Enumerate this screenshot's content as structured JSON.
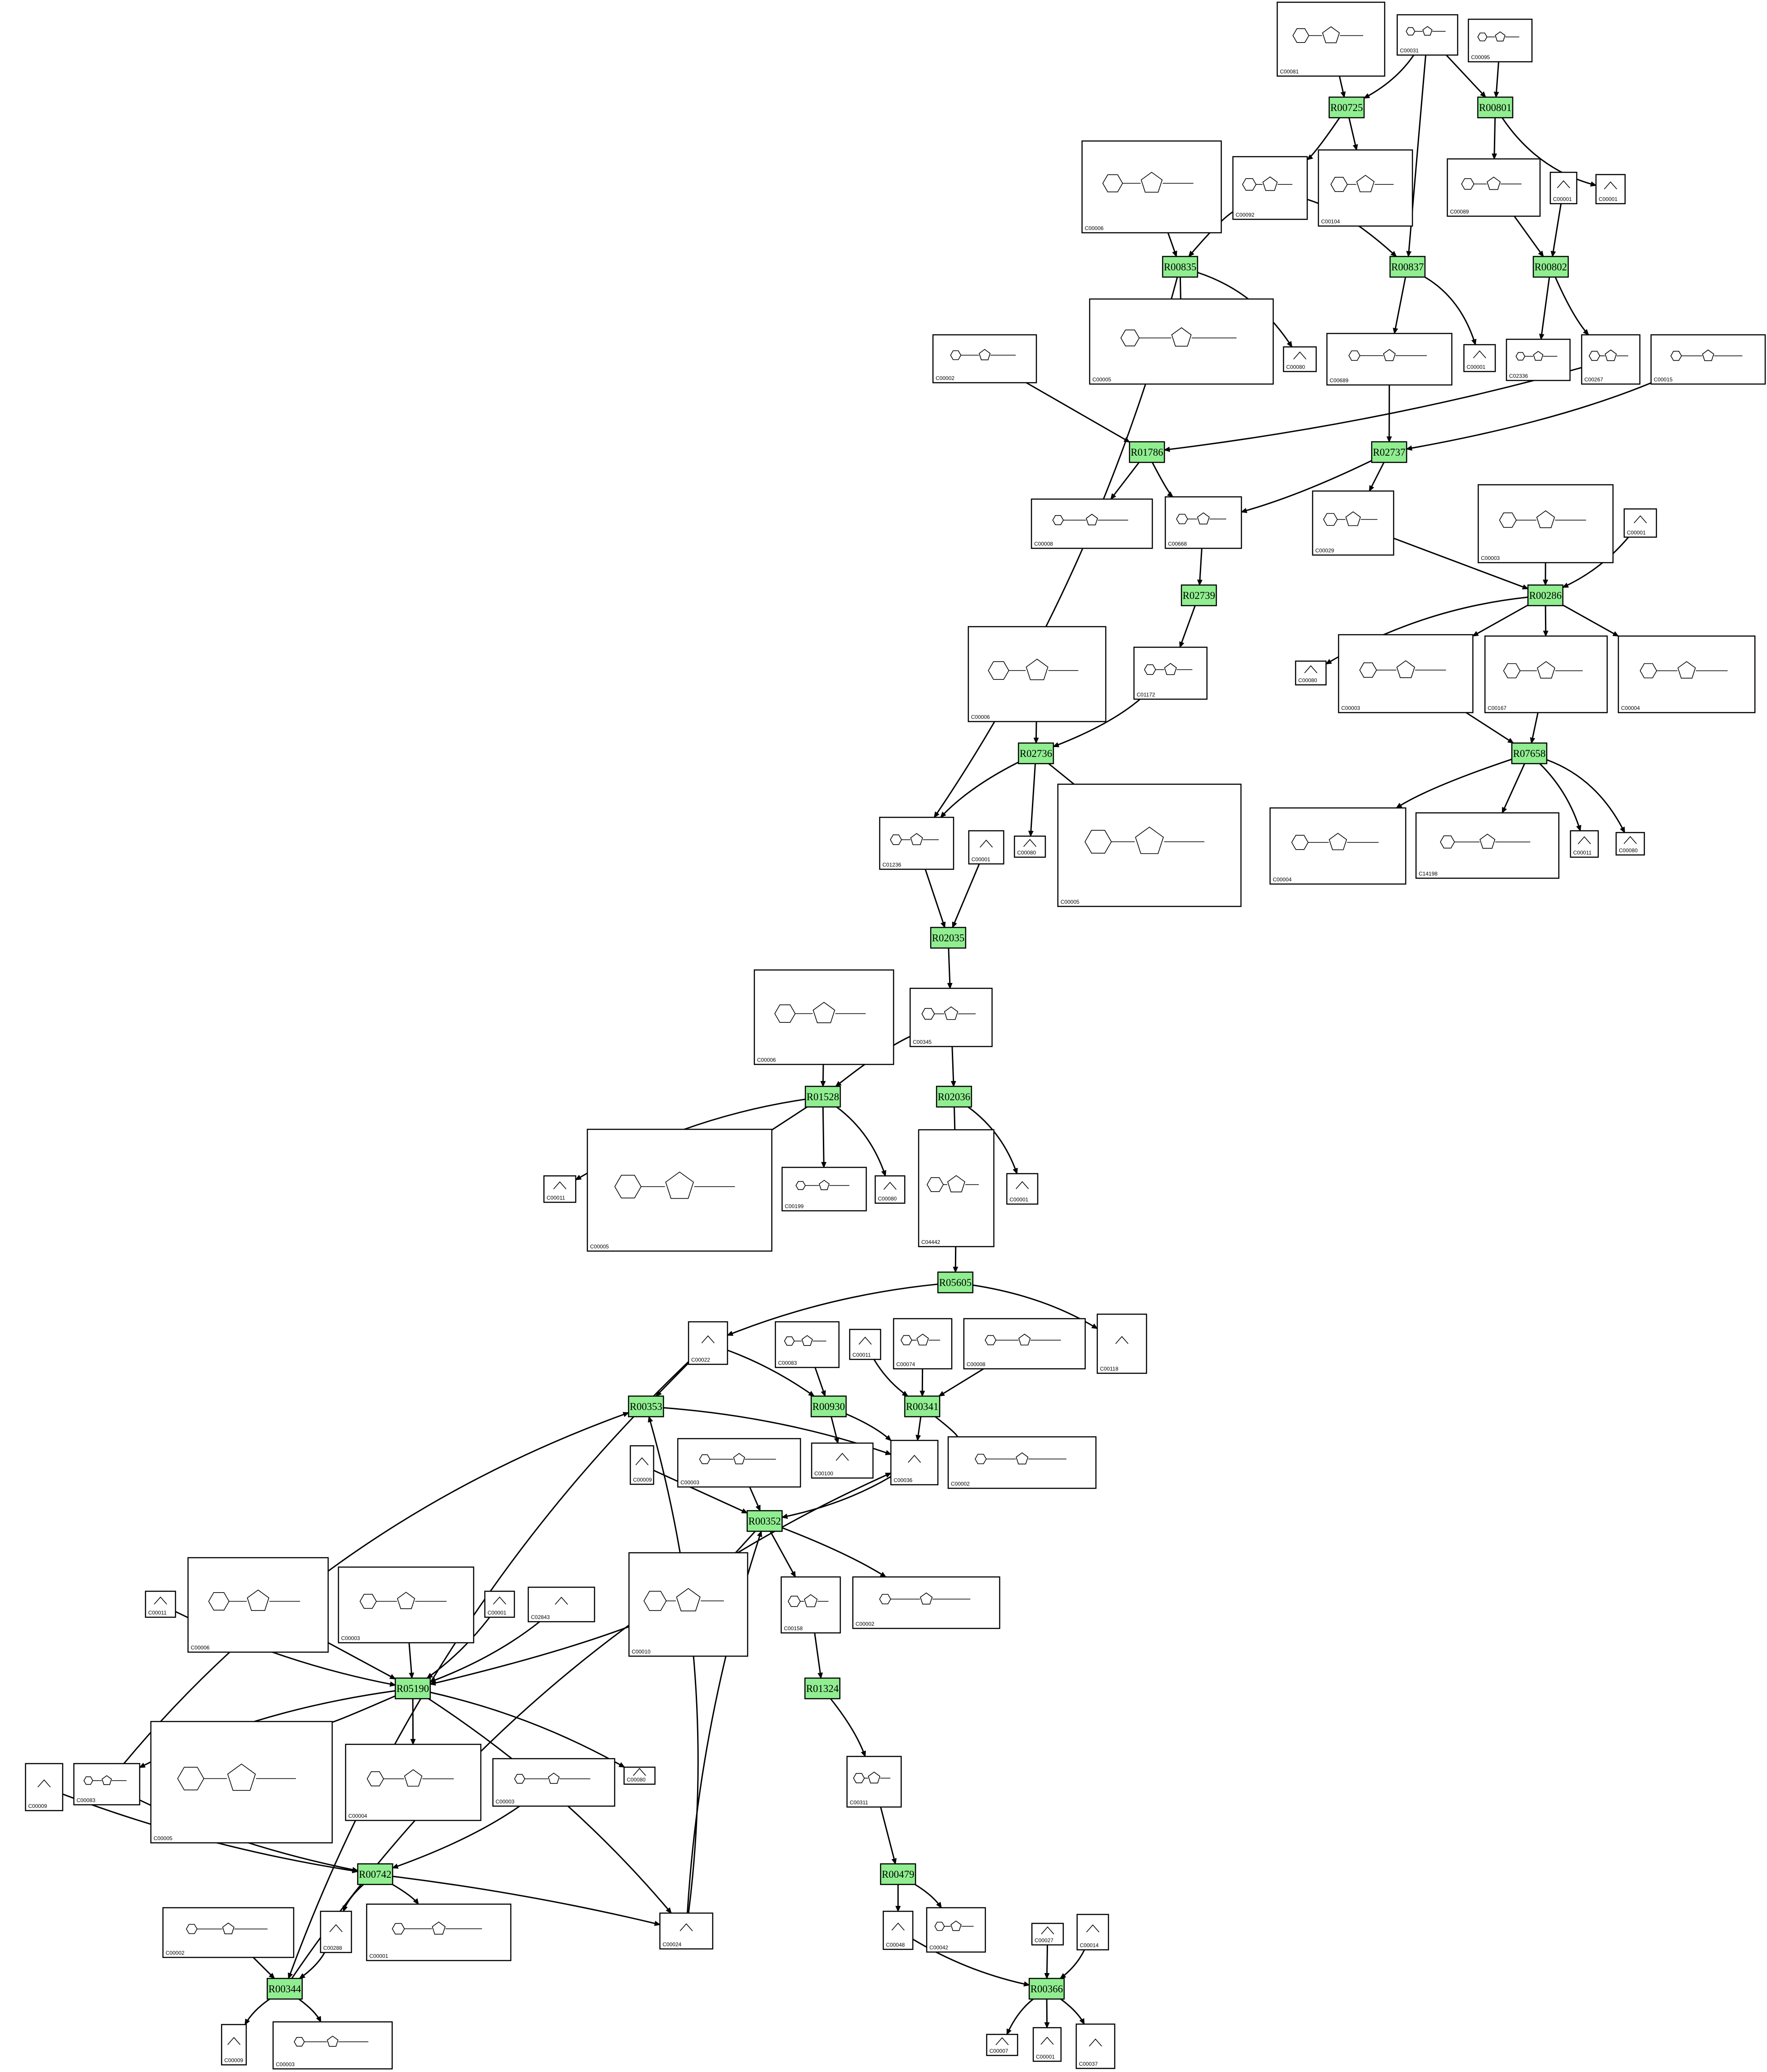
{
  "reactions": [
    {
      "id": "R00725",
      "label": "R00725"
    },
    {
      "id": "R00801",
      "label": "R00801"
    },
    {
      "id": "R00835",
      "label": "R00835"
    },
    {
      "id": "R00837",
      "label": "R00837"
    },
    {
      "id": "R00802",
      "label": "R00802"
    },
    {
      "id": "R01786",
      "label": "R01786"
    },
    {
      "id": "R02737",
      "label": "R02737"
    },
    {
      "id": "R00286",
      "label": "R00286"
    },
    {
      "id": "R02739",
      "label": "R02739"
    },
    {
      "id": "R02736",
      "label": "R02736"
    },
    {
      "id": "R07658",
      "label": "R07658"
    },
    {
      "id": "R02035",
      "label": "R02035"
    },
    {
      "id": "R01528",
      "label": "R01528"
    },
    {
      "id": "R02036",
      "label": "R02036"
    },
    {
      "id": "R05605",
      "label": "R05605"
    },
    {
      "id": "R00353",
      "label": "R00353"
    },
    {
      "id": "R00930",
      "label": "R00930"
    },
    {
      "id": "R00341",
      "label": "R00341"
    },
    {
      "id": "R00352",
      "label": "R00352"
    },
    {
      "id": "R05190",
      "label": "R05190"
    },
    {
      "id": "R01324",
      "label": "R01324"
    },
    {
      "id": "R00742",
      "label": "R00742"
    },
    {
      "id": "R00479",
      "label": "R00479"
    },
    {
      "id": "R00344",
      "label": "R00344"
    },
    {
      "id": "R00366",
      "label": "R00366"
    }
  ],
  "compounds": [
    {
      "id": "n1",
      "label": "C00081"
    },
    {
      "id": "n2",
      "label": "C00031"
    },
    {
      "id": "n3",
      "label": "C00095"
    },
    {
      "id": "n4",
      "label": "C00006"
    },
    {
      "id": "n5",
      "label": "C00092"
    },
    {
      "id": "n6",
      "label": "C00104"
    },
    {
      "id": "n7",
      "label": "C00089"
    },
    {
      "id": "n8",
      "label": "C00001"
    },
    {
      "id": "n9",
      "label": "C00001"
    },
    {
      "id": "n10",
      "label": "C00005"
    },
    {
      "id": "n11",
      "label": "C00080"
    },
    {
      "id": "n12",
      "label": "C00001"
    },
    {
      "id": "n13",
      "label": "C00002"
    },
    {
      "id": "n14",
      "label": "C00689"
    },
    {
      "id": "n15",
      "label": "C02336"
    },
    {
      "id": "n16",
      "label": "C00267"
    },
    {
      "id": "n17",
      "label": "C00015"
    },
    {
      "id": "n18",
      "label": "C00008"
    },
    {
      "id": "n19",
      "label": "C00668"
    },
    {
      "id": "n20",
      "label": "C00029"
    },
    {
      "id": "n21",
      "label": "C00003"
    },
    {
      "id": "n22",
      "label": "C00001"
    },
    {
      "id": "n23",
      "label": "C00006"
    },
    {
      "id": "n24",
      "label": "C01172"
    },
    {
      "id": "n25",
      "label": "C00080"
    },
    {
      "id": "n26",
      "label": "C00003"
    },
    {
      "id": "n27",
      "label": "C00167"
    },
    {
      "id": "n28",
      "label": "C00004"
    },
    {
      "id": "n29",
      "label": "C01236"
    },
    {
      "id": "n30",
      "label": "C00001"
    },
    {
      "id": "n31",
      "label": "C00080"
    },
    {
      "id": "n32",
      "label": "C00005"
    },
    {
      "id": "n33",
      "label": "C00004"
    },
    {
      "id": "n34",
      "label": "C14198"
    },
    {
      "id": "n35",
      "label": "C00011"
    },
    {
      "id": "n36",
      "label": "C00080"
    },
    {
      "id": "n37",
      "label": "C00006"
    },
    {
      "id": "n38",
      "label": "C00345"
    },
    {
      "id": "n39",
      "label": "C00011"
    },
    {
      "id": "n40",
      "label": "C00005"
    },
    {
      "id": "n41",
      "label": "C00199"
    },
    {
      "id": "n42",
      "label": "C00080"
    },
    {
      "id": "n43",
      "label": "C04442"
    },
    {
      "id": "n44",
      "label": "C00001"
    },
    {
      "id": "n45",
      "label": "C00022"
    },
    {
      "id": "n46",
      "label": "C00083"
    },
    {
      "id": "n47",
      "label": "C00011"
    },
    {
      "id": "n48",
      "label": "C00074"
    },
    {
      "id": "n49",
      "label": "C00008"
    },
    {
      "id": "n50",
      "label": "C00118"
    },
    {
      "id": "n51",
      "label": "C00009"
    },
    {
      "id": "n52",
      "label": "C00003"
    },
    {
      "id": "n53",
      "label": "C00100"
    },
    {
      "id": "n54",
      "label": "C00036"
    },
    {
      "id": "n55",
      "label": "C00002"
    },
    {
      "id": "n56",
      "label": "C00011"
    },
    {
      "id": "n57",
      "label": "C00006"
    },
    {
      "id": "n58",
      "label": "C00003"
    },
    {
      "id": "n59",
      "label": "C00001"
    },
    {
      "id": "n60",
      "label": "C02843"
    },
    {
      "id": "n61",
      "label": "C00010"
    },
    {
      "id": "n62",
      "label": "C00158"
    },
    {
      "id": "n63",
      "label": "C00002"
    },
    {
      "id": "n64",
      "label": "C00009"
    },
    {
      "id": "n65",
      "label": "C00083"
    },
    {
      "id": "n66",
      "label": "C00005"
    },
    {
      "id": "n67",
      "label": "C00004"
    },
    {
      "id": "n68",
      "label": "C00003"
    },
    {
      "id": "n69",
      "label": "C00080"
    },
    {
      "id": "n70",
      "label": "C00311"
    },
    {
      "id": "n71",
      "label": "C00002"
    },
    {
      "id": "n72",
      "label": "C00288"
    },
    {
      "id": "n73",
      "label": "C00001"
    },
    {
      "id": "n74",
      "label": "C00024"
    },
    {
      "id": "n75",
      "label": "C00048"
    },
    {
      "id": "n76",
      "label": "C00042"
    },
    {
      "id": "n77",
      "label": "C00027"
    },
    {
      "id": "n78",
      "label": "C00014"
    },
    {
      "id": "n79",
      "label": "C00009"
    },
    {
      "id": "n80",
      "label": "C00003"
    },
    {
      "id": "n81",
      "label": "C00007"
    },
    {
      "id": "n82",
      "label": "C00001"
    },
    {
      "id": "n83",
      "label": "C00037"
    }
  ],
  "colors": {
    "reaction_fill": "#90ee90",
    "stroke": "#000000",
    "background": "#ffffff"
  }
}
